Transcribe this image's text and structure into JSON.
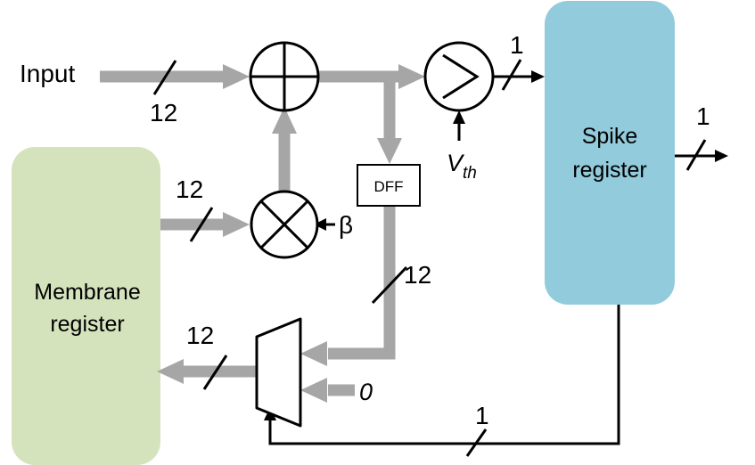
{
  "blocks": {
    "membrane_register": {
      "line1": "Membrane",
      "line2": "register",
      "color": "#d5e3bd"
    },
    "spike_register": {
      "line1": "Spike",
      "line2": "register",
      "color": "#92cbdc"
    },
    "dff": "DFF"
  },
  "labels": {
    "input": "Input",
    "beta": "β",
    "vth_main": "V",
    "vth_sub": "th",
    "zero": "0"
  },
  "bus_widths": {
    "input": "12",
    "membrane_out": "12",
    "dff_out": "12",
    "mux_out": "12",
    "comparator_out": "1",
    "spike_out": "1",
    "spike_feedback": "1"
  },
  "colors": {
    "data_path": "#a6a6a6",
    "control_path": "#000000"
  }
}
